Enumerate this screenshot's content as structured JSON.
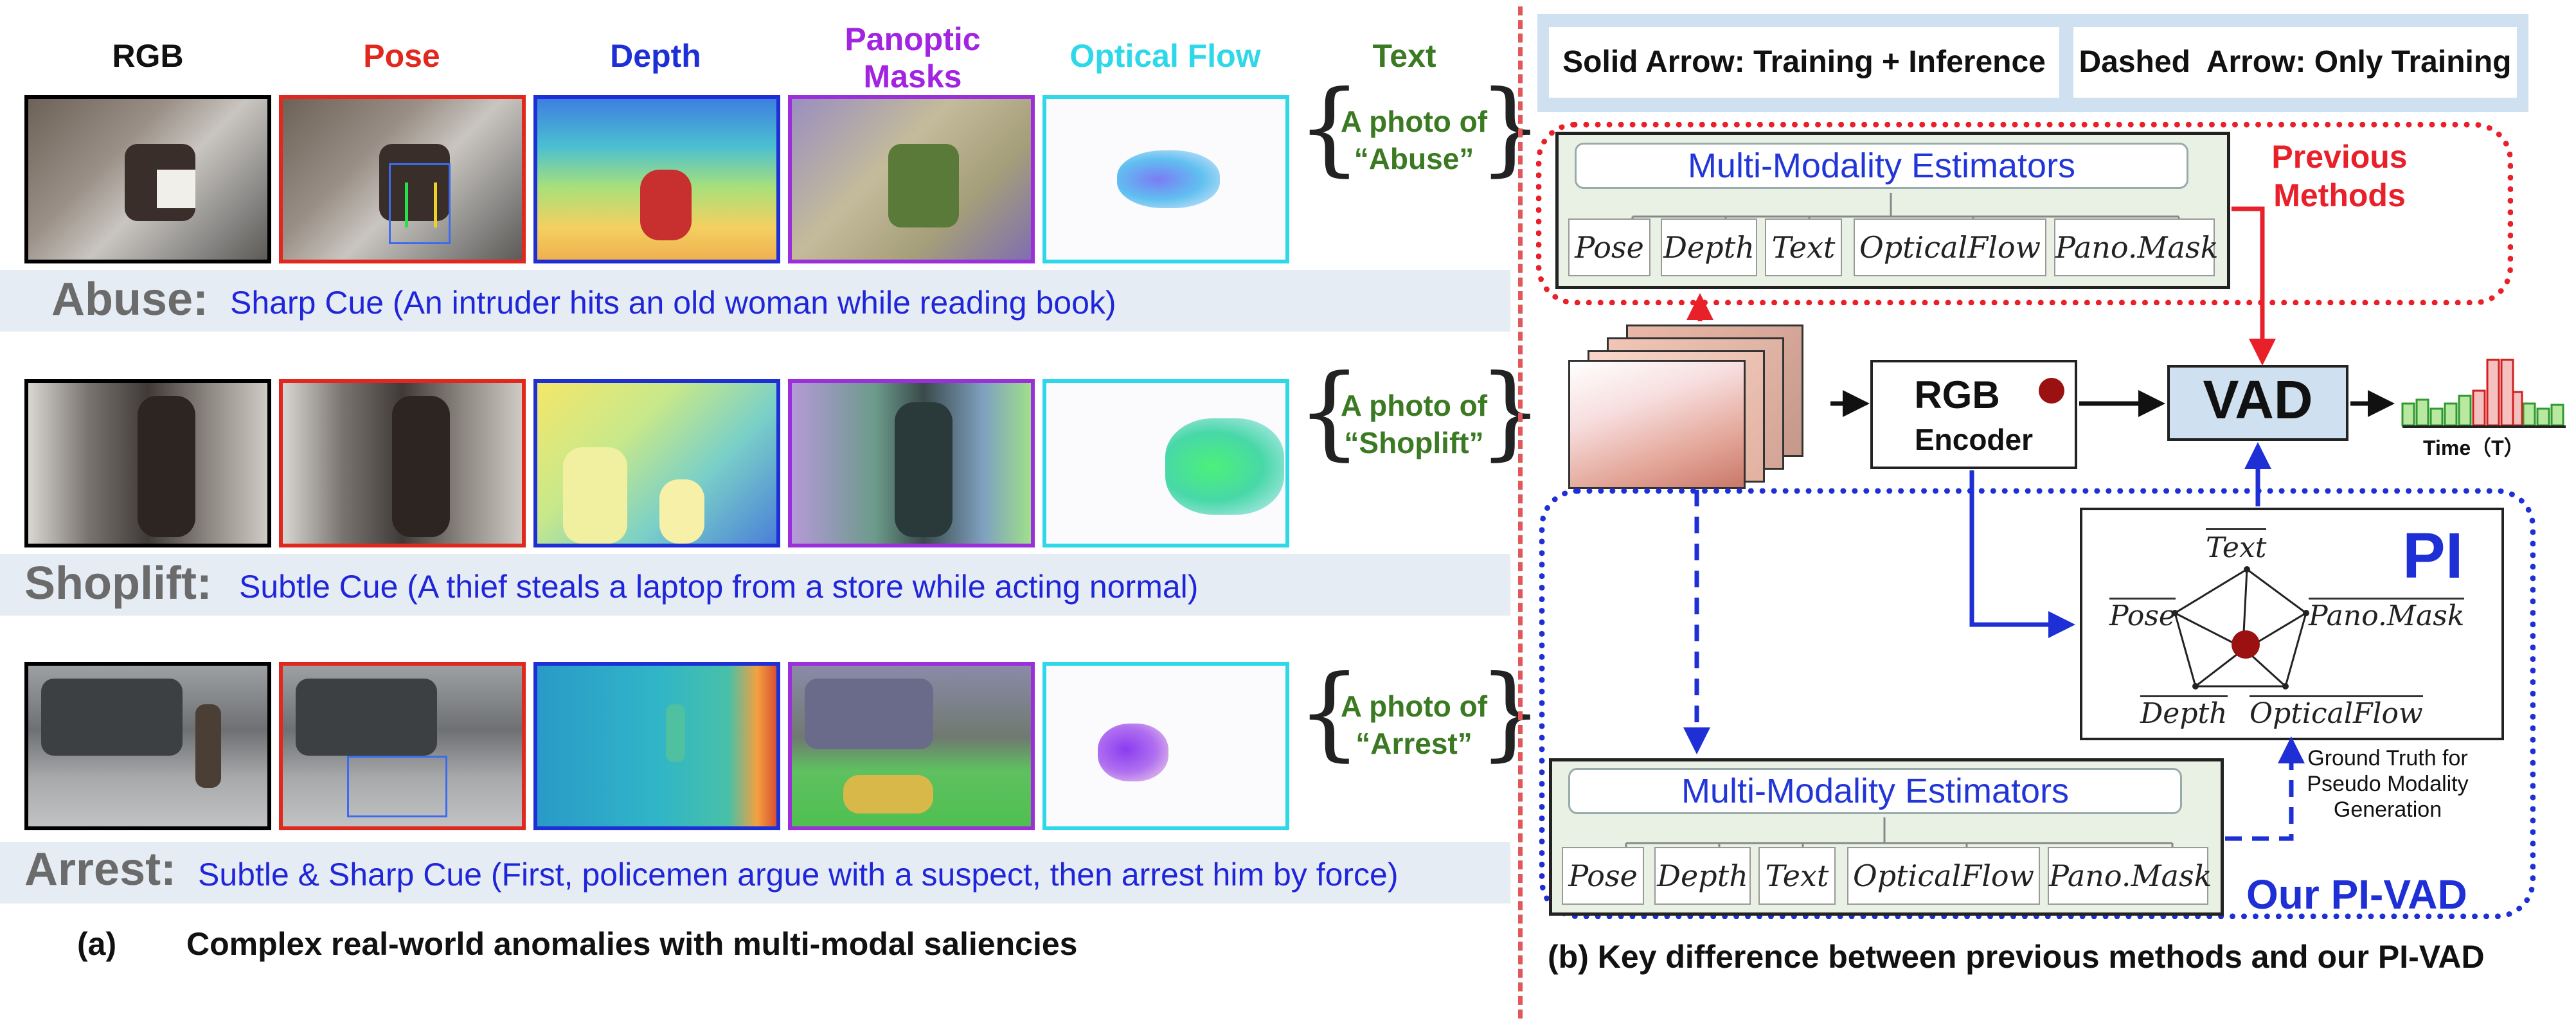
{
  "left_panel": {
    "column_headers": [
      {
        "label": "RGB",
        "color": "#111111"
      },
      {
        "label": "Pose",
        "color": "#e0281f"
      },
      {
        "label": "Depth",
        "color": "#1f2fd6"
      },
      {
        "label": "Panoptic\nMasks",
        "color": "#a224e0"
      },
      {
        "label": "Optical Flow",
        "color": "#2fd8e8"
      },
      {
        "label": "Text",
        "color": "#3b7a22"
      }
    ],
    "rows": [
      {
        "name": "Abuse:",
        "description": "Sharp Cue (An intruder hits an old woman while reading book)",
        "photo_line1": "A photo of",
        "photo_line2": "“Abuse”"
      },
      {
        "name": "Shoplift:",
        "description": "Subtle Cue (A thief steals a laptop from a store while acting normal)",
        "photo_line1": "A photo of",
        "photo_line2": "“Shoplift”"
      },
      {
        "name": "Arrest:",
        "description": "Subtle & Sharp Cue (First, policemen argue with a suspect, then arrest him by force)",
        "photo_line1": "A photo of",
        "photo_line2": "“Arrest”"
      }
    ],
    "caption_label": "(a)",
    "caption_text": "Complex real-world anomalies with multi-modal saliencies"
  },
  "right_panel": {
    "legend": {
      "solid": "Solid Arrow: Training + Inference",
      "dashed": "Dashed  Arrow: Only Training"
    },
    "previous_methods": "Previous\nMethods",
    "estimators_title": "Multi-Modality Estimators",
    "modalities": [
      "Pose",
      "Depth",
      "Text",
      "OpticalFlow",
      "Pano.Mask"
    ],
    "rgb_encoder_line1": "RGB",
    "rgb_encoder_line2": "Encoder",
    "vad": "VAD",
    "time_label": "Time（T）",
    "pi_label": "PI",
    "pi_nodes": {
      "top": "Text",
      "left": "Pose",
      "right": "Pano.Mask",
      "bottom_left": "Depth",
      "bottom_right": "OpticalFlow"
    },
    "ground_truth": "Ground Truth for\nPseudo Modality\nGeneration",
    "our_method": "Our PI-VAD",
    "caption": "(b) Key difference between previous methods and our PI-VAD"
  },
  "colors": {
    "red_dotted": "#e8202a",
    "blue_dotted": "#1f2fd6",
    "estimator_bg": "#e9f1e4",
    "vad_bg": "#cfe0f0",
    "divider": "#e0585a"
  }
}
